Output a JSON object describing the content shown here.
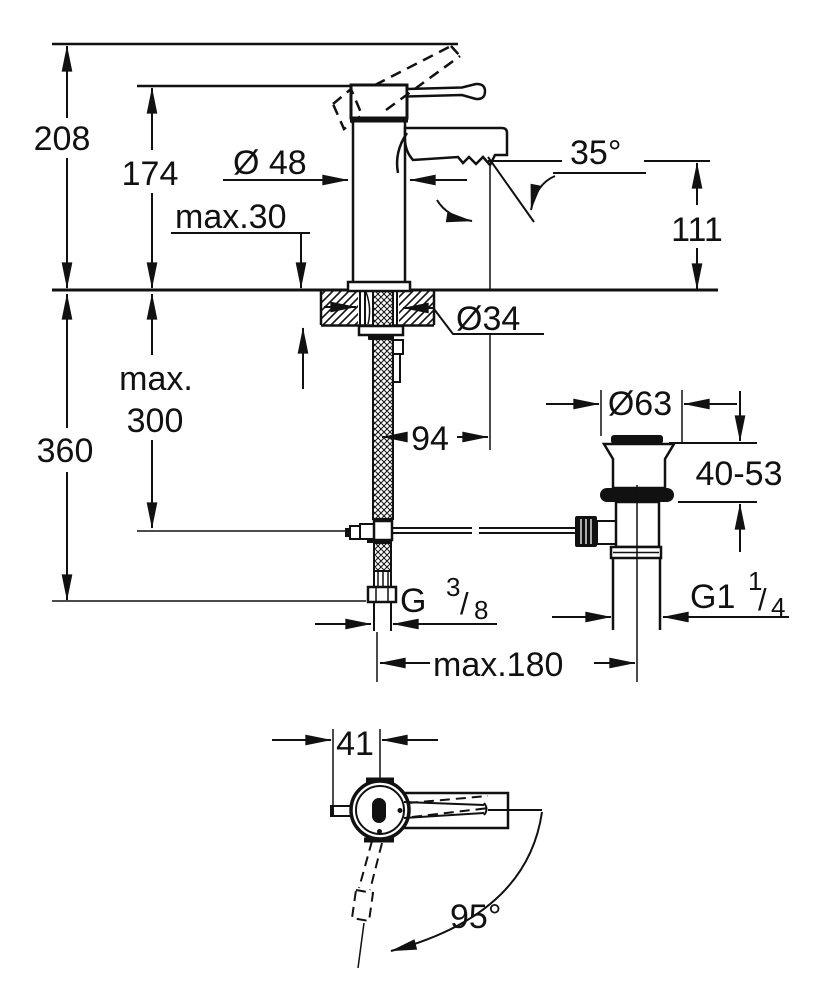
{
  "meta": {
    "description": "Single-lever basin mixer – technical dimension drawing (side view, installation section and top view)"
  },
  "drawing": {
    "dims": {
      "overall_height": "208",
      "body_height": "174",
      "body_diameter": "Ø 48",
      "deck_thickness": "max.30",
      "spout_angle": "35°",
      "spout_height": "111",
      "hole_diameter": "Ø34",
      "depth_max_word": "max.",
      "depth_max_value": "300",
      "overall_depth": "360",
      "spout_reach": "94",
      "waste_flange_diameter": "Ø63",
      "waste_height_range": "40-53",
      "center_distance": "max.180",
      "handle_offset": "41",
      "handle_swivel_angle": "95°",
      "supply_thread": {
        "base": "G",
        "numerator": "3",
        "slash": "/",
        "denominator": "8"
      },
      "waste_thread": {
        "base": "G1",
        "numerator": "1",
        "slash": "/",
        "denominator": "4"
      }
    },
    "colors": {
      "ink": "#111111",
      "paper": "#ffffff"
    }
  }
}
